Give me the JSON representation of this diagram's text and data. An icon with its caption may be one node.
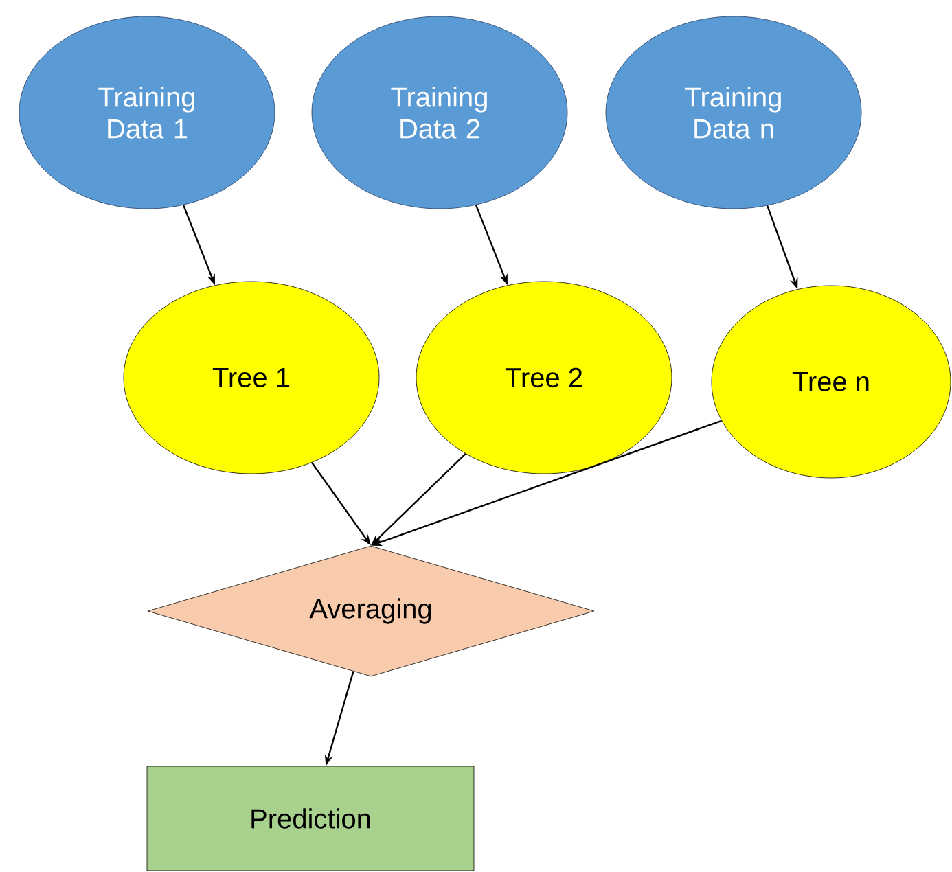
{
  "diagram": {
    "nodes": [
      {
        "text": [
          "Training Data 1"
        ]
      },
      {
        "text": [
          "Training Data 2"
        ]
      },
      {
        "text": [
          "Training Data n"
        ]
      },
      {
        "text": [
          "Tree 1"
        ]
      },
      {
        "text": [
          "Tree 2"
        ]
      },
      {
        "text": [
          "Tree n"
        ]
      },
      {
        "text": [
          "Averaging"
        ]
      },
      {
        "text": [
          "Prediction"
        ]
      }
    ],
    "edges": [
      {
        "from": 0,
        "to": 3,
        "arrow": "to"
      },
      {
        "from": 1,
        "to": 4,
        "arrow": "to"
      },
      {
        "from": 2,
        "to": 5,
        "arrow": "to"
      },
      {
        "from": 3,
        "to": 6,
        "arrow": "to"
      },
      {
        "from": 4,
        "to": 6,
        "arrow": "to"
      },
      {
        "from": 5,
        "to": 6,
        "arrow": "to"
      },
      {
        "from": 6,
        "to": 7,
        "arrow": "to"
      }
    ]
  }
}
